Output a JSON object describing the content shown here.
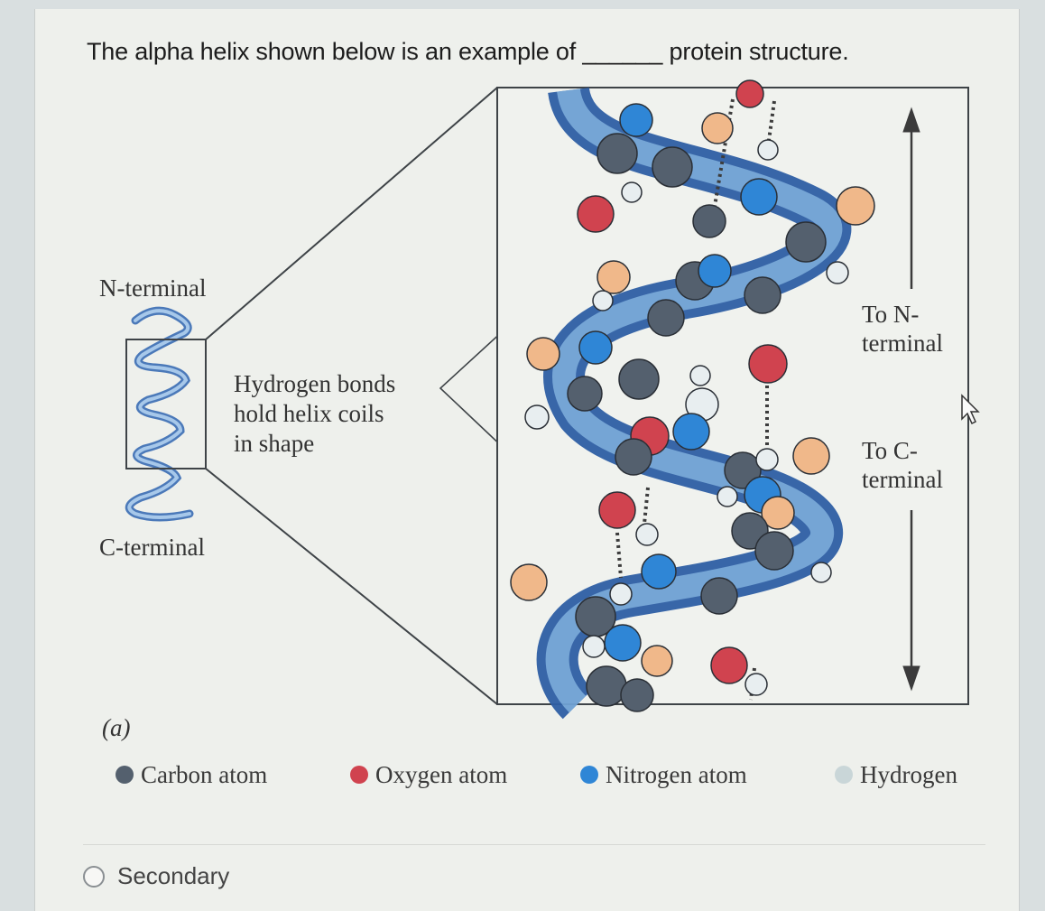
{
  "question": {
    "text": "The alpha helix shown below is an example of ______ protein structure."
  },
  "figure": {
    "n_terminal_label": "N-terminal",
    "c_terminal_label": "C-terminal",
    "hbond_line1": "Hydrogen bonds",
    "hbond_line2": "hold helix coils",
    "hbond_line3": "in shape",
    "to_n_line1": "To N-",
    "to_n_line2": "terminal",
    "to_c_line1": "To C-",
    "to_c_line2": "terminal",
    "panel_label": "(a)"
  },
  "legend": [
    {
      "label": "Carbon atom",
      "color": "#54606e"
    },
    {
      "label": "Oxygen atom",
      "color": "#d0434f"
    },
    {
      "label": "Nitrogen atom",
      "color": "#2f86d6"
    },
    {
      "label": "Hydrogen",
      "color": "#c9d6d8"
    }
  ],
  "options": [
    {
      "label": "Secondary",
      "selected": false
    }
  ],
  "colors": {
    "helix_dark": "#2f5fa5",
    "helix_light": "#7fb1e0",
    "carbon": "#54606e",
    "oxygen": "#d0434f",
    "nitrogen": "#2f86d6",
    "hydrogen": "#e8eef0",
    "r_group": "#f0b88a"
  }
}
